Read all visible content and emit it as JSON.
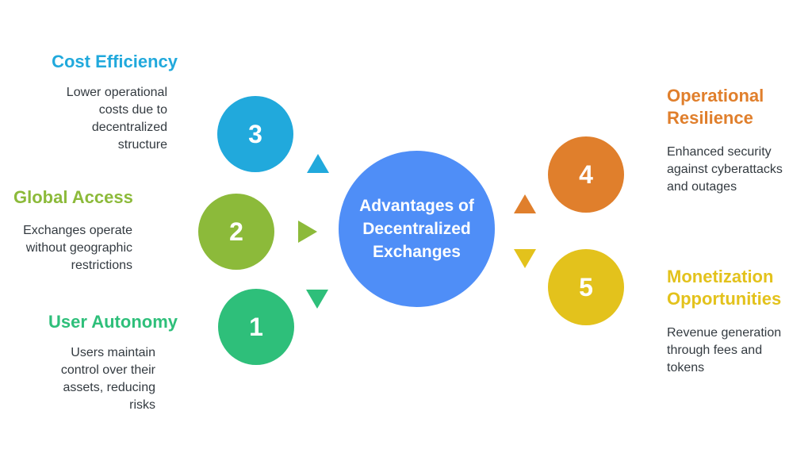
{
  "center": {
    "label": "Advantages of\nDecentralized\nExchanges",
    "color": "#4f8ef7"
  },
  "items": [
    {
      "number": "3",
      "title": "Cost Efficiency",
      "description": "Lower operational\ncosts due to\ndecentralized\nstructure",
      "color": "#21a9dc"
    },
    {
      "number": "2",
      "title": "Global Access",
      "description": "Exchanges operate\nwithout geographic\nrestrictions",
      "color": "#8cba3a"
    },
    {
      "number": "1",
      "title": "User Autonomy",
      "description": "Users maintain\ncontrol over their\nassets, reducing\nrisks",
      "color": "#2ebf7a"
    },
    {
      "number": "4",
      "title": "Operational\nResilience",
      "description": "Enhanced security\nagainst cyberattacks\nand outages",
      "color": "#e07f2c"
    },
    {
      "number": "5",
      "title": "Monetization\nOpportunities",
      "description": "Revenue generation\nthrough fees and\ntokens",
      "color": "#e3c21c"
    }
  ]
}
